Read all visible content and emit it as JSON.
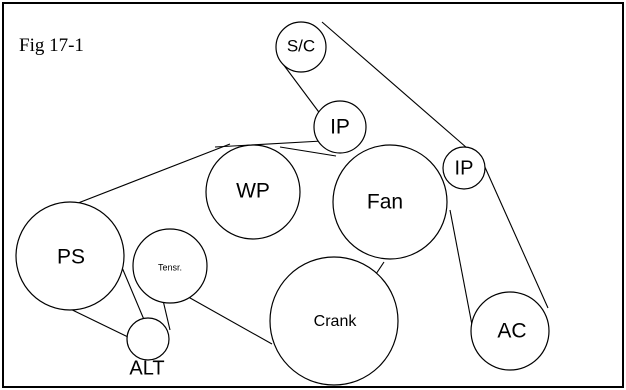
{
  "figure": {
    "title": "Fig 17-1"
  },
  "pulleys": {
    "sc": "S/C",
    "ip_top": "IP",
    "ip_right": "IP",
    "wp": "WP",
    "fan": "Fan",
    "ps": "PS",
    "tensioner": "Tensr.",
    "crank": "Crank",
    "alt": "ALT",
    "ac": "AC"
  }
}
